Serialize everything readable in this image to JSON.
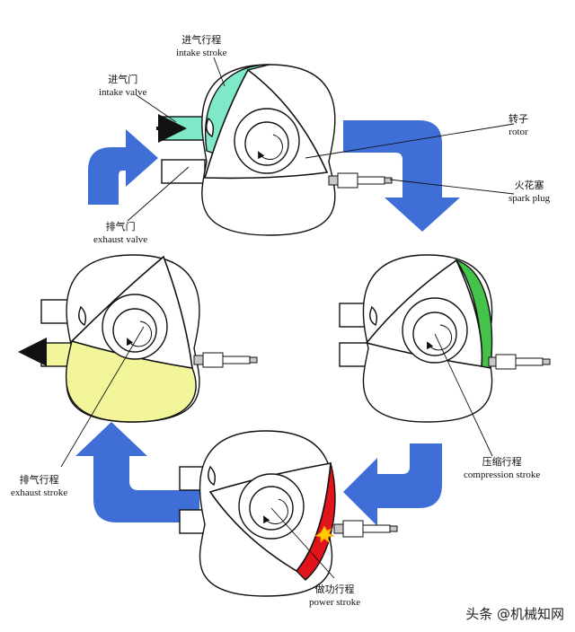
{
  "labels": {
    "intake_stroke": {
      "zh": "进气行程",
      "en": "intake stroke"
    },
    "intake_valve": {
      "zh": "进气门",
      "en": "intake valve"
    },
    "rotor": {
      "zh": "转子",
      "en": "rotor"
    },
    "spark_plug": {
      "zh": "火花塞",
      "en": "spark plug"
    },
    "exhaust_valve": {
      "zh": "排气门",
      "en": "exhaust valve"
    },
    "exhaust_stroke": {
      "zh": "排气行程",
      "en": "exhaust stroke"
    },
    "compression_stroke": {
      "zh": "压缩行程",
      "en": "compression stroke"
    },
    "power_stroke": {
      "zh": "做功行程",
      "en": "power stroke"
    }
  },
  "watermark": "头条 @机械知网",
  "colors": {
    "cycle_arrow": "#3f6fd6",
    "intake": "#7fe8c8",
    "compression": "#44c24a",
    "power": "#e0141a",
    "exhaust": "#f2f59a",
    "spark": "#ffcc00",
    "outline": "#111111"
  }
}
